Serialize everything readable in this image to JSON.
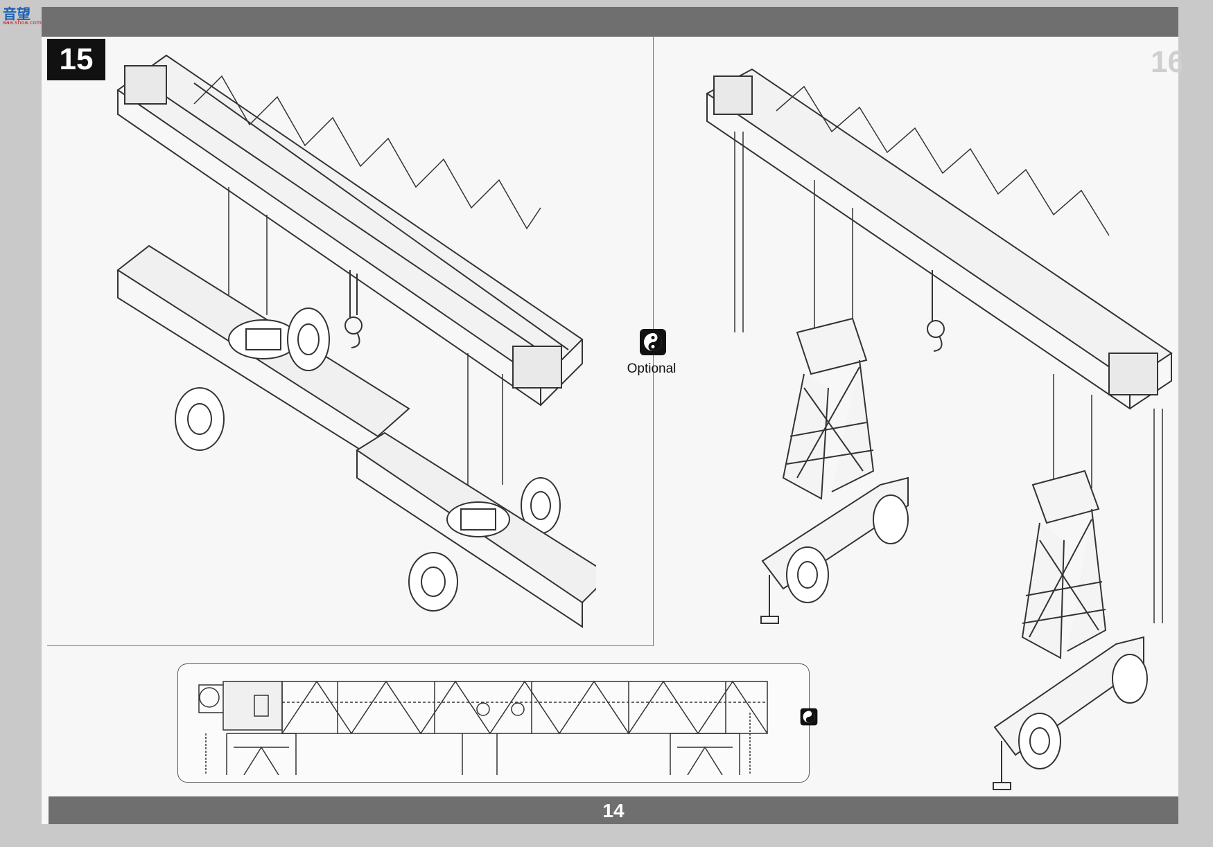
{
  "watermark": {
    "text": "音望",
    "subtext": "aaa.shoa.com"
  },
  "steps": {
    "left": "15",
    "right": "16"
  },
  "optional": {
    "label": "Optional"
  },
  "footer": {
    "page_number": "14"
  },
  "colors": {
    "bar": "#6f6f6f",
    "page": "#f7f7f7",
    "line": "#333333",
    "step_box": "#111111"
  }
}
